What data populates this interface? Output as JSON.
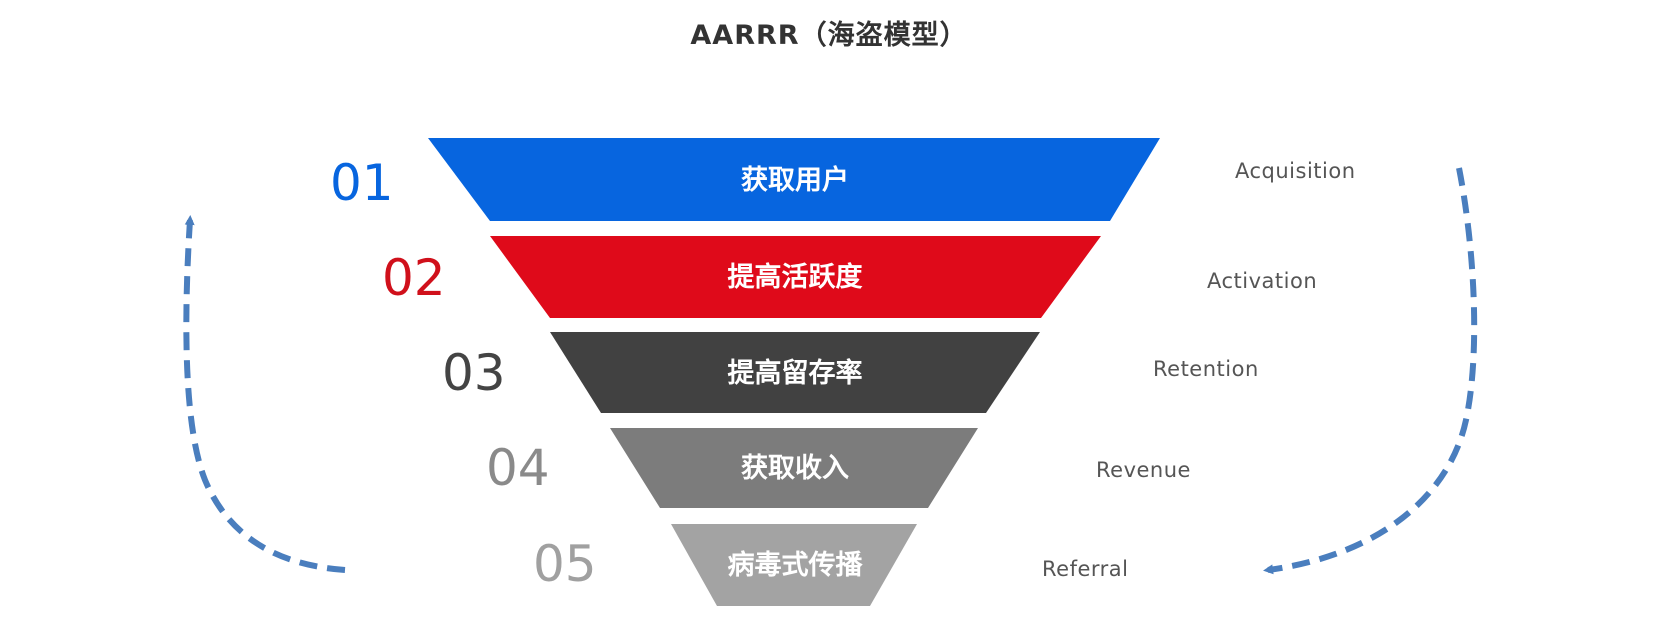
{
  "title": "AARRR（海盗模型）",
  "stages": [
    {
      "number": "01",
      "label": "获取用户",
      "english": "Acquisition",
      "fill": "#0765DF",
      "number_color": "#0765DF"
    },
    {
      "number": "02",
      "label": "提高活跃度",
      "english": "Activation",
      "fill": "#DF0A1A",
      "number_color": "#D0101B"
    },
    {
      "number": "03",
      "label": "提高留存率",
      "english": "Retention",
      "fill": "#414141",
      "number_color": "#444444"
    },
    {
      "number": "04",
      "label": "获取收入",
      "english": "Revenue",
      "fill": "#7C7C7C",
      "number_color": "#8A8A8A"
    },
    {
      "number": "05",
      "label": "病毒式传播",
      "english": "Referral",
      "fill": "#A3A3A3",
      "number_color": "#A0A0A0"
    }
  ],
  "arrow_color": "#4A7EBE"
}
